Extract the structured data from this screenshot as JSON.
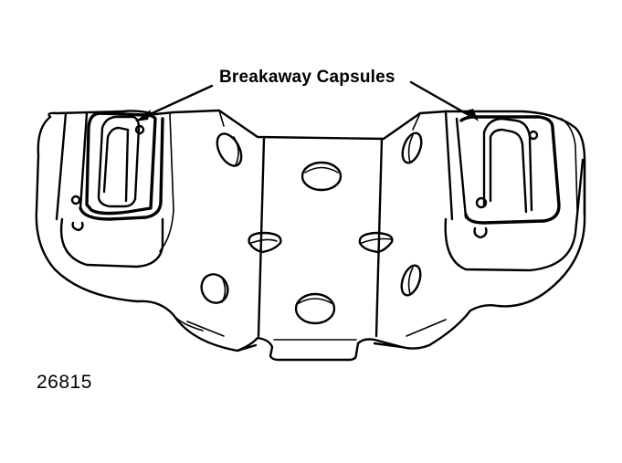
{
  "diagram": {
    "subject": "manifold-style housing with two breakaway capsules",
    "callout": {
      "label": "Breakaway Capsules",
      "arrows": [
        "left-capsule",
        "right-capsule"
      ]
    },
    "figure_number": "26815",
    "colors": {
      "line": "#000000",
      "background": "#ffffff"
    }
  }
}
